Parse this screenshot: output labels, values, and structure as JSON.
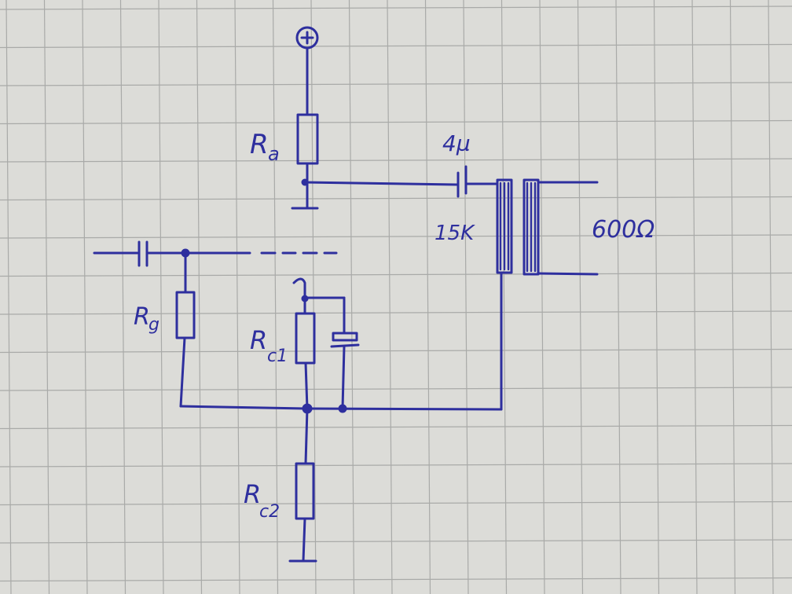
{
  "diagram": {
    "supply_symbol": "+",
    "labels": {
      "ra_main": "R",
      "ra_sub": "a",
      "rg_main": "R",
      "rg_sub": "g",
      "rc1_main": "R",
      "rc1_sub": "c1",
      "rc2_main": "R",
      "rc2_sub": "c2",
      "coupling_cap": "4µ",
      "transformer_primary": "15K",
      "transformer_secondary": "600Ω"
    }
  },
  "colors": {
    "ink": "#2e2f9e",
    "paper": "#dcdcd8",
    "grid": "#a9aaa8"
  }
}
